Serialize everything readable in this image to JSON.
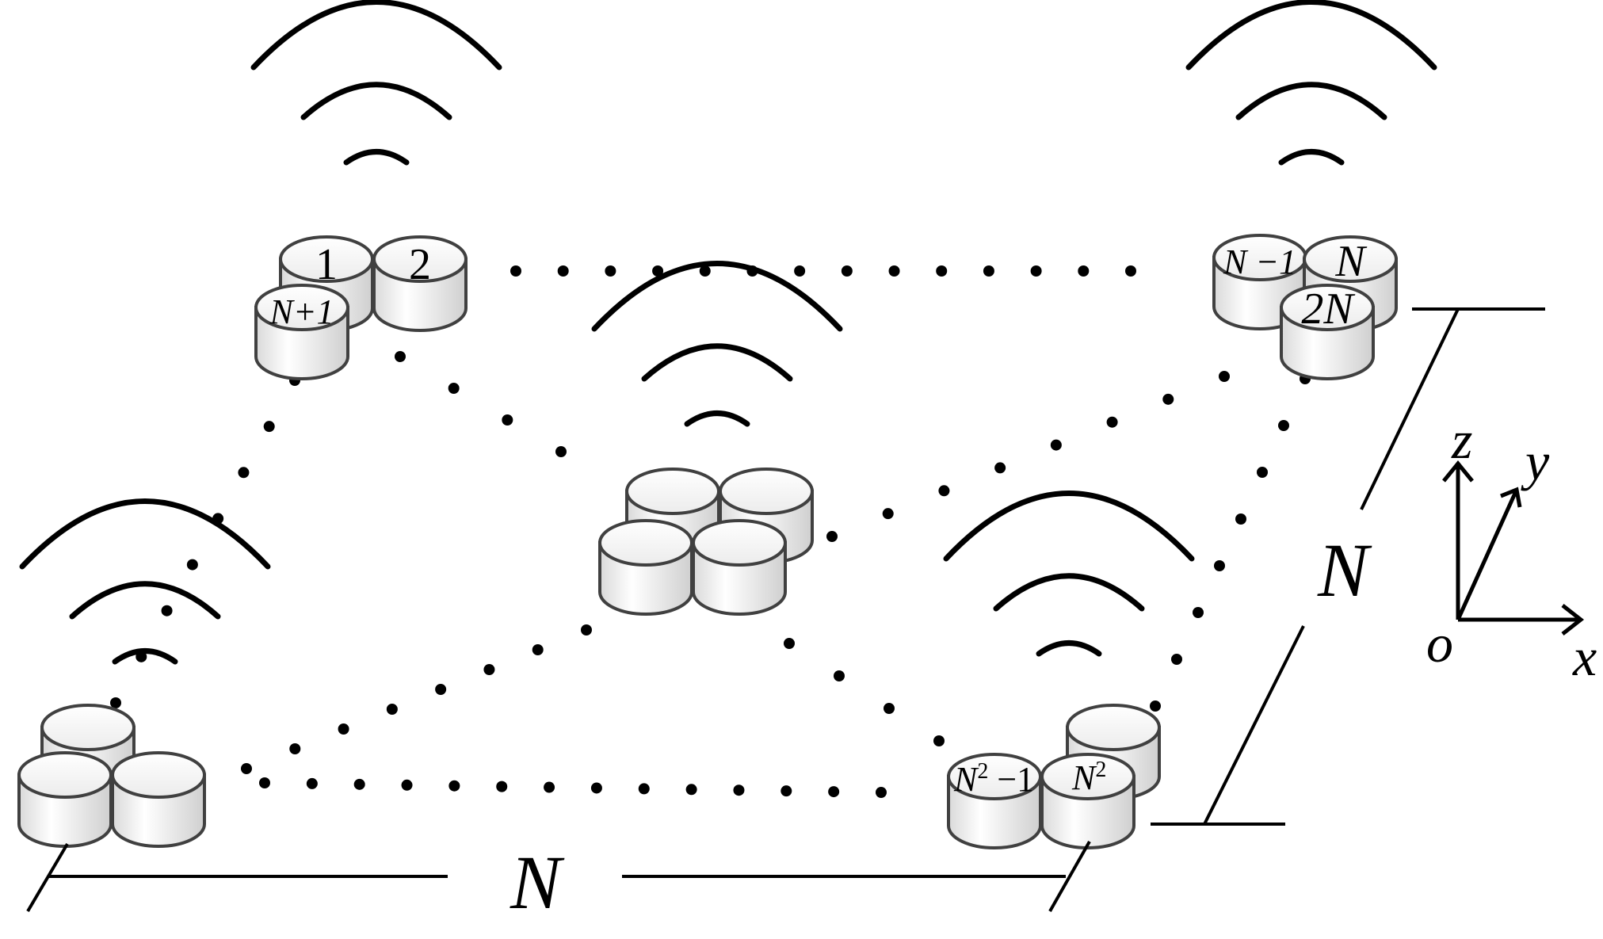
{
  "diagram": {
    "labels": {
      "node_1": "1",
      "node_2": "2",
      "node_N_plus_1": "N+1",
      "node_N_minus_1": "N −1",
      "node_N": "N",
      "node_2N": "2N",
      "node_N2_minus_1_base": "N",
      "node_N2_minus_1_sup": "2",
      "node_N2_minus_1_tail": " −1",
      "node_N2_base": "N",
      "node_N2_sup": "2",
      "dim_width": "N",
      "dim_depth": "N"
    },
    "axes": {
      "x": "x",
      "y": "y",
      "z": "z",
      "origin": "o"
    }
  }
}
